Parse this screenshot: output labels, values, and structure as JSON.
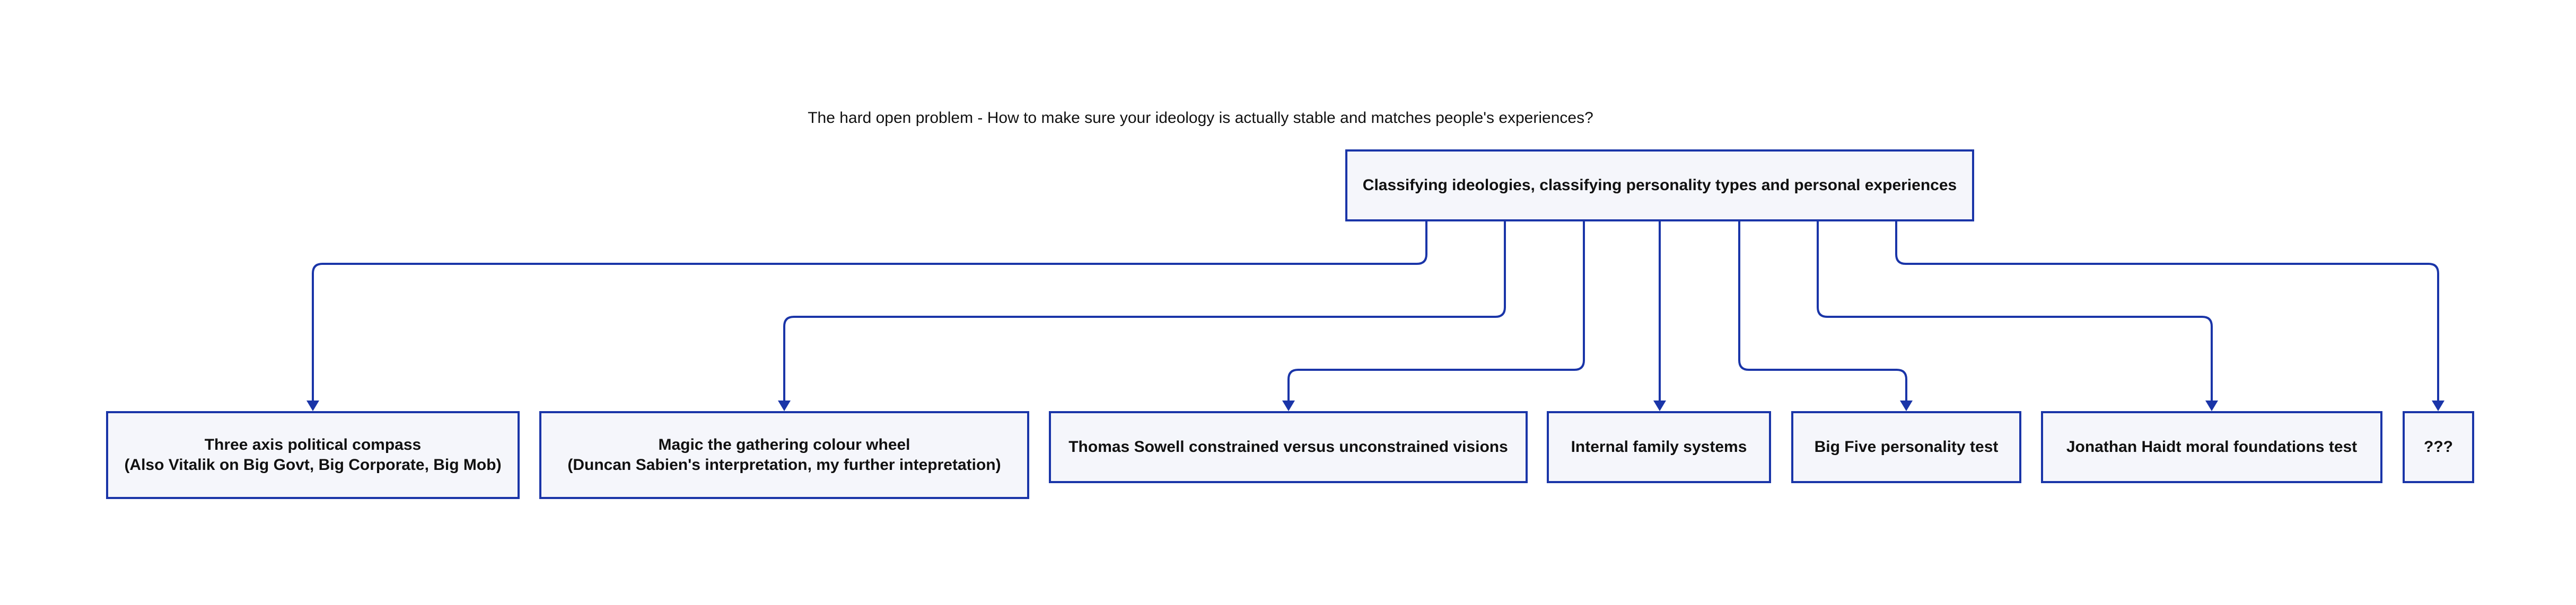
{
  "caption": "The hard open problem - How to make sure your ideology is actually stable and matches people's experiences?",
  "colors": {
    "stroke": "#1a35a8",
    "node_fill": "#f5f6fb",
    "text": "#111111",
    "background": "#ffffff"
  },
  "root": {
    "label": "Classifying ideologies, classifying personality types and personal experiences"
  },
  "children": [
    {
      "line1": "Three axis political compass",
      "line2": "(Also Vitalik on Big Govt, Big Corporate, Big Mob)"
    },
    {
      "line1": "Magic the gathering colour wheel",
      "line2": "(Duncan Sabien's interpretation, my further intepretation)"
    },
    {
      "line1": "Thomas Sowell constrained versus unconstrained visions",
      "line2": ""
    },
    {
      "line1": "Internal family systems",
      "line2": ""
    },
    {
      "line1": "Big Five personality test",
      "line2": ""
    },
    {
      "line1": "Jonathan Haidt moral foundations test",
      "line2": ""
    },
    {
      "line1": "???",
      "line2": ""
    }
  ]
}
